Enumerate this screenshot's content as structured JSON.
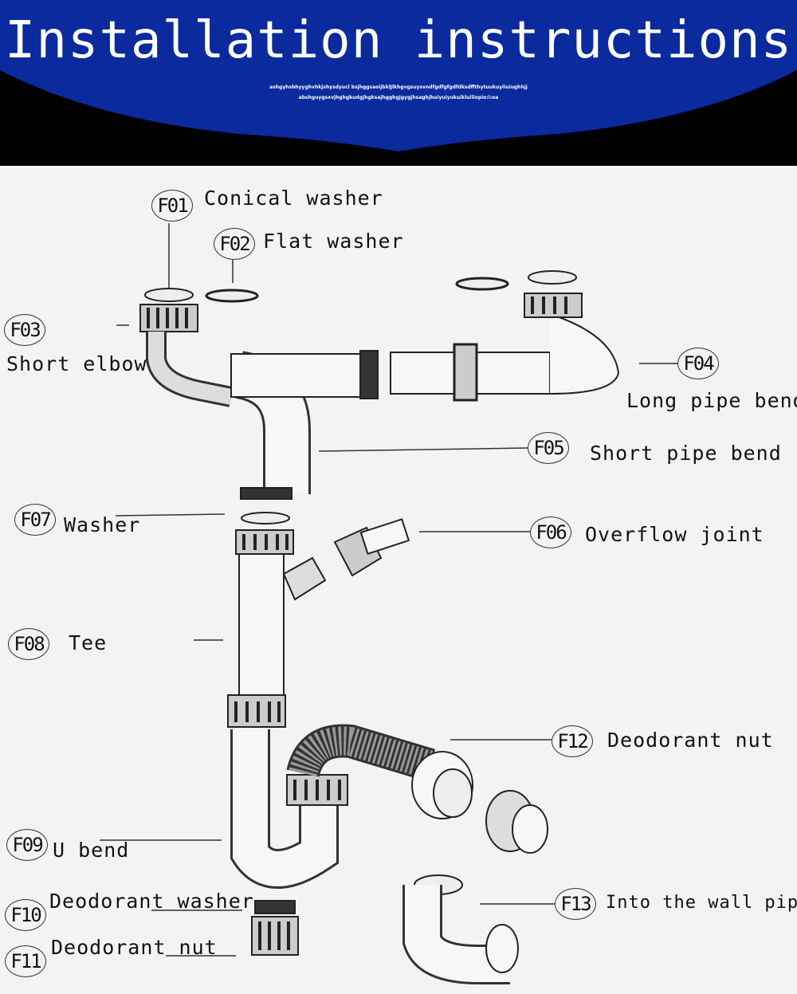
{
  "header": {
    "title": "Installation instructions",
    "subtitle_line1": "ashgyhsbhyyghvhkjshysdyucl bsjhggsaoijbklJlkhgvgsuysvndfgdfgfgdfdksdffthytuukuyiiuiughhjj",
    "subtitle_line2": "abshguygsxvjhghgkudgjhgksajhgghgjgygjhsaghjhuiyuiyukuikluiliopio:i:oa",
    "banner_color": "#0a2a9e",
    "background_color": "#000000"
  },
  "parts": [
    {
      "code": "F01",
      "name": "Conical washer"
    },
    {
      "code": "F02",
      "name": "Flat washer"
    },
    {
      "code": "F03",
      "name": "Short elbow"
    },
    {
      "code": "F04",
      "name": "Long pipe bend"
    },
    {
      "code": "F05",
      "name": "Short pipe bend"
    },
    {
      "code": "F06",
      "name": "Overflow joint"
    },
    {
      "code": "F07",
      "name": "Washer"
    },
    {
      "code": "F08",
      "name": "Tee"
    },
    {
      "code": "F09",
      "name": "U bend"
    },
    {
      "code": "F10",
      "name": "Deodorant washer"
    },
    {
      "code": "F11",
      "name": "Deodorant nut"
    },
    {
      "code": "F12",
      "name": "Deodorant nut"
    },
    {
      "code": "F13",
      "name": "Into the wall pipe"
    }
  ]
}
